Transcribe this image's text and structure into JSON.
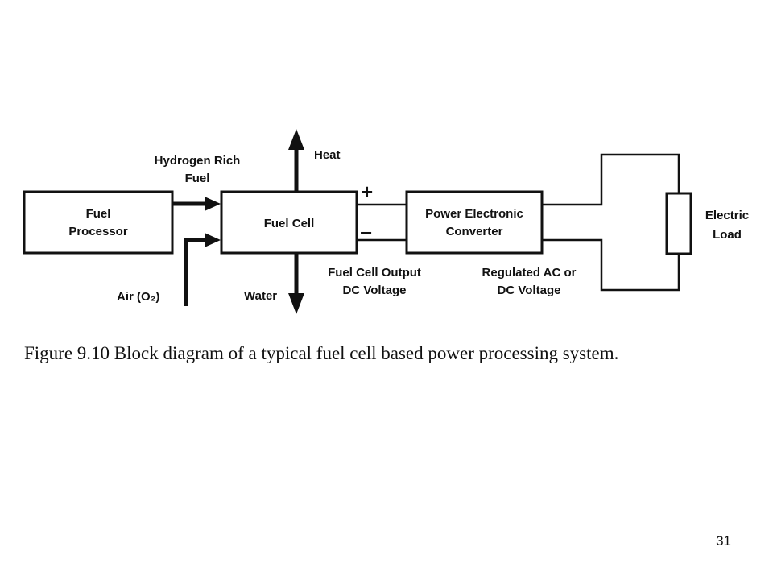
{
  "diagram": {
    "blocks": {
      "fuel_processor": [
        "Fuel",
        "Processor"
      ],
      "fuel_cell": [
        "Fuel Cell"
      ],
      "power_converter": [
        "Power Electronic",
        "Converter"
      ],
      "electric_load": [
        "Electric",
        "Load"
      ]
    },
    "labels": {
      "hydrogen_fuel": [
        "Hydrogen Rich",
        "Fuel"
      ],
      "air": "Air (O₂)",
      "heat": "Heat",
      "water": "Water",
      "plus": "+",
      "minus": "−",
      "fuel_cell_output": [
        "Fuel Cell Output",
        "DC Voltage"
      ],
      "regulated_output": [
        "Regulated AC or",
        "DC Voltage"
      ]
    },
    "caption": "Figure 9.10 Block diagram of a typical fuel cell based power processing system."
  },
  "slide": {
    "page_number": "31"
  }
}
